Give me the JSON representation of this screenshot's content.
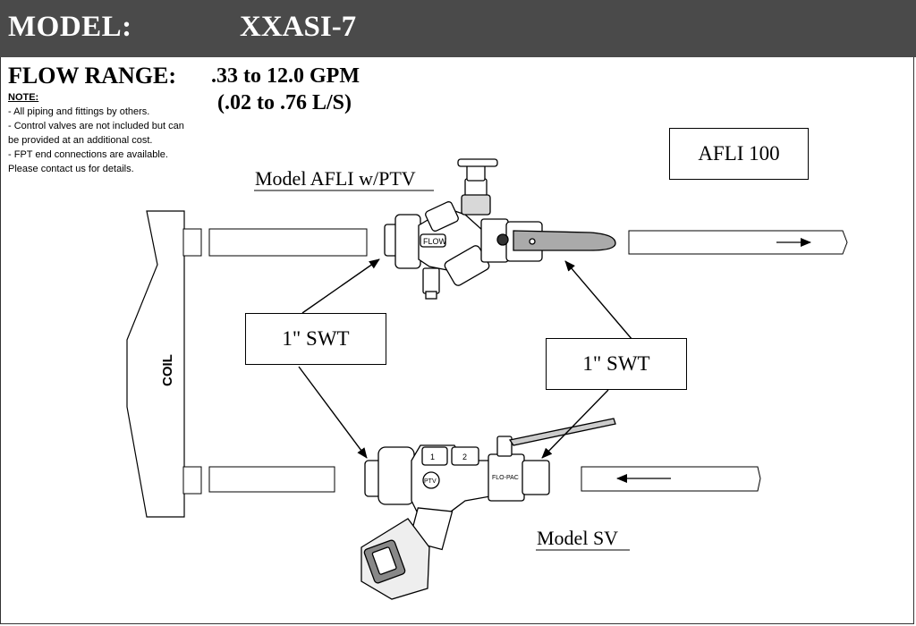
{
  "header": {
    "model_label": "MODEL:",
    "model_value": "XXASI-7"
  },
  "flow": {
    "label": "FLOW RANGE:",
    "gpm": ".33 to 12.0 GPM",
    "ls": "(.02 to .76 L/S)"
  },
  "notes": {
    "title": "NOTE:",
    "lines": [
      "- All piping and fittings by others.",
      "- Control valves are not included but can",
      "be provided at an additional cost.",
      "- FPT end connections are available.",
      "Please contact us for details."
    ]
  },
  "labels": {
    "model_afli": "Model AFLI w/PTV",
    "afli_100": "AFLI 100",
    "swt_left": "1\" SWT",
    "swt_right": "1\" SWT",
    "model_sv": "Model SV",
    "coil": "COIL",
    "flow_text": "FLOW",
    "valve_marks": [
      "1",
      "2"
    ],
    "flopac": "FLO-PAC",
    "ptv": "PTV"
  },
  "colors": {
    "header_bg": "#4a4a4a",
    "header_text": "#ffffff",
    "line": "#000000",
    "fill": "#ffffff"
  }
}
